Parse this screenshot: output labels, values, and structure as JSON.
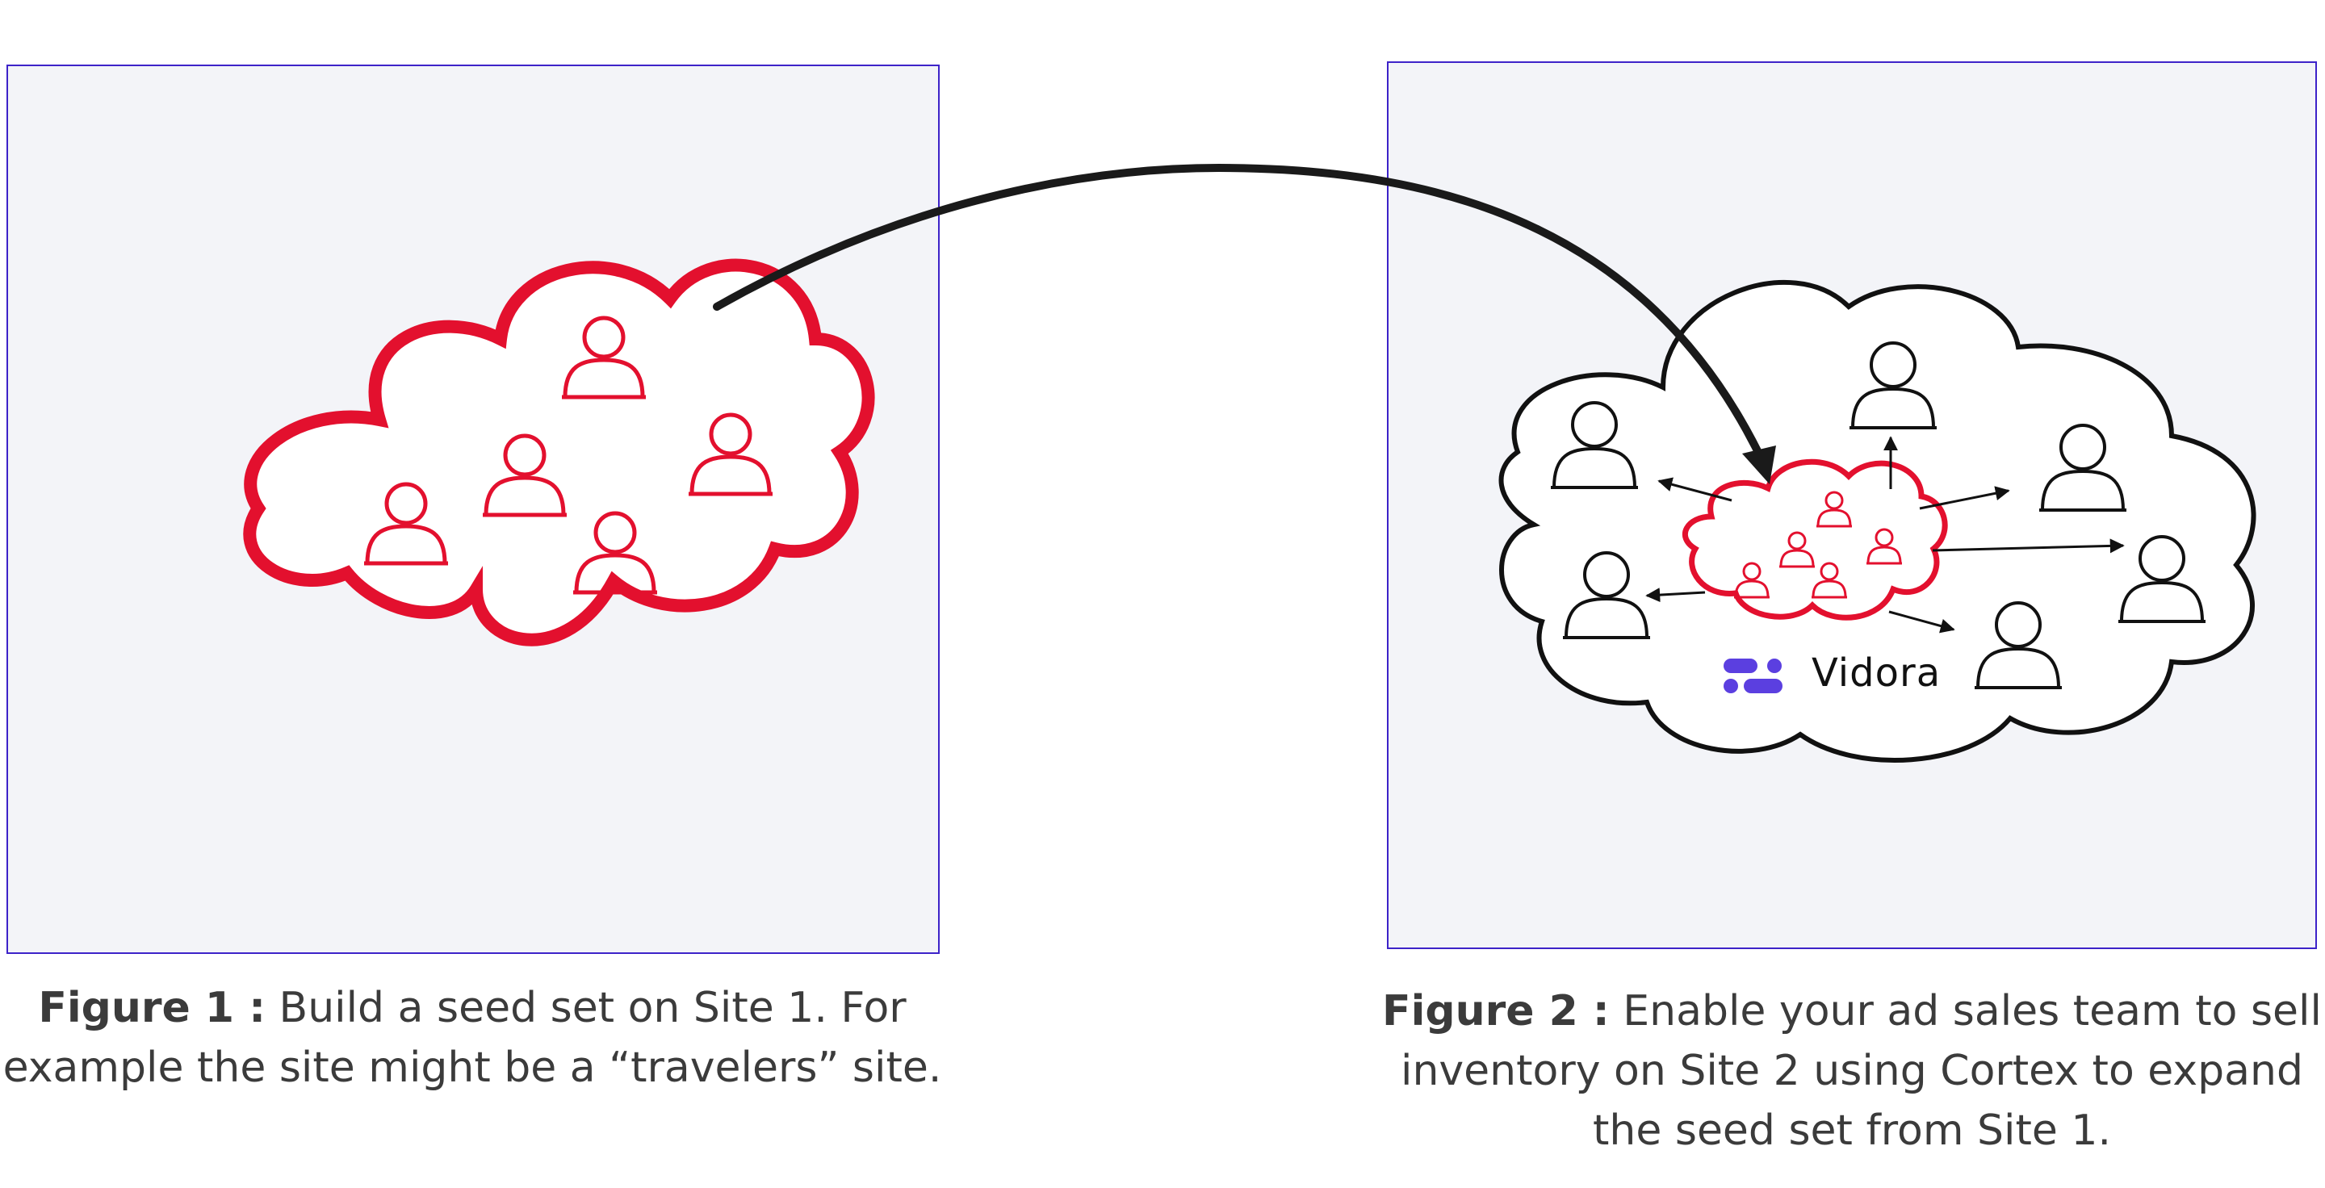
{
  "figure1": {
    "caption_lead": "Figure 1 :",
    "caption_body": "Build a seed set on Site 1. For example the site might be a “travelers” site."
  },
  "figure2": {
    "caption_lead": "Figure 2 :",
    "caption_body": "Enable your ad sales team to sell inventory on Site 2 using Cortex to expand the seed set from Site 1.",
    "brand_name": "Vidora"
  },
  "colors": {
    "seed_red": "#e3102e",
    "panel_border": "#3d23c9",
    "panel_fill": "#f3f4f8",
    "brand_purple": "#5b3fe0",
    "outline_black": "#111111"
  },
  "icons": [
    "person-icon",
    "cloud-shape",
    "curved-arrow",
    "vidora-logo-icon"
  ]
}
